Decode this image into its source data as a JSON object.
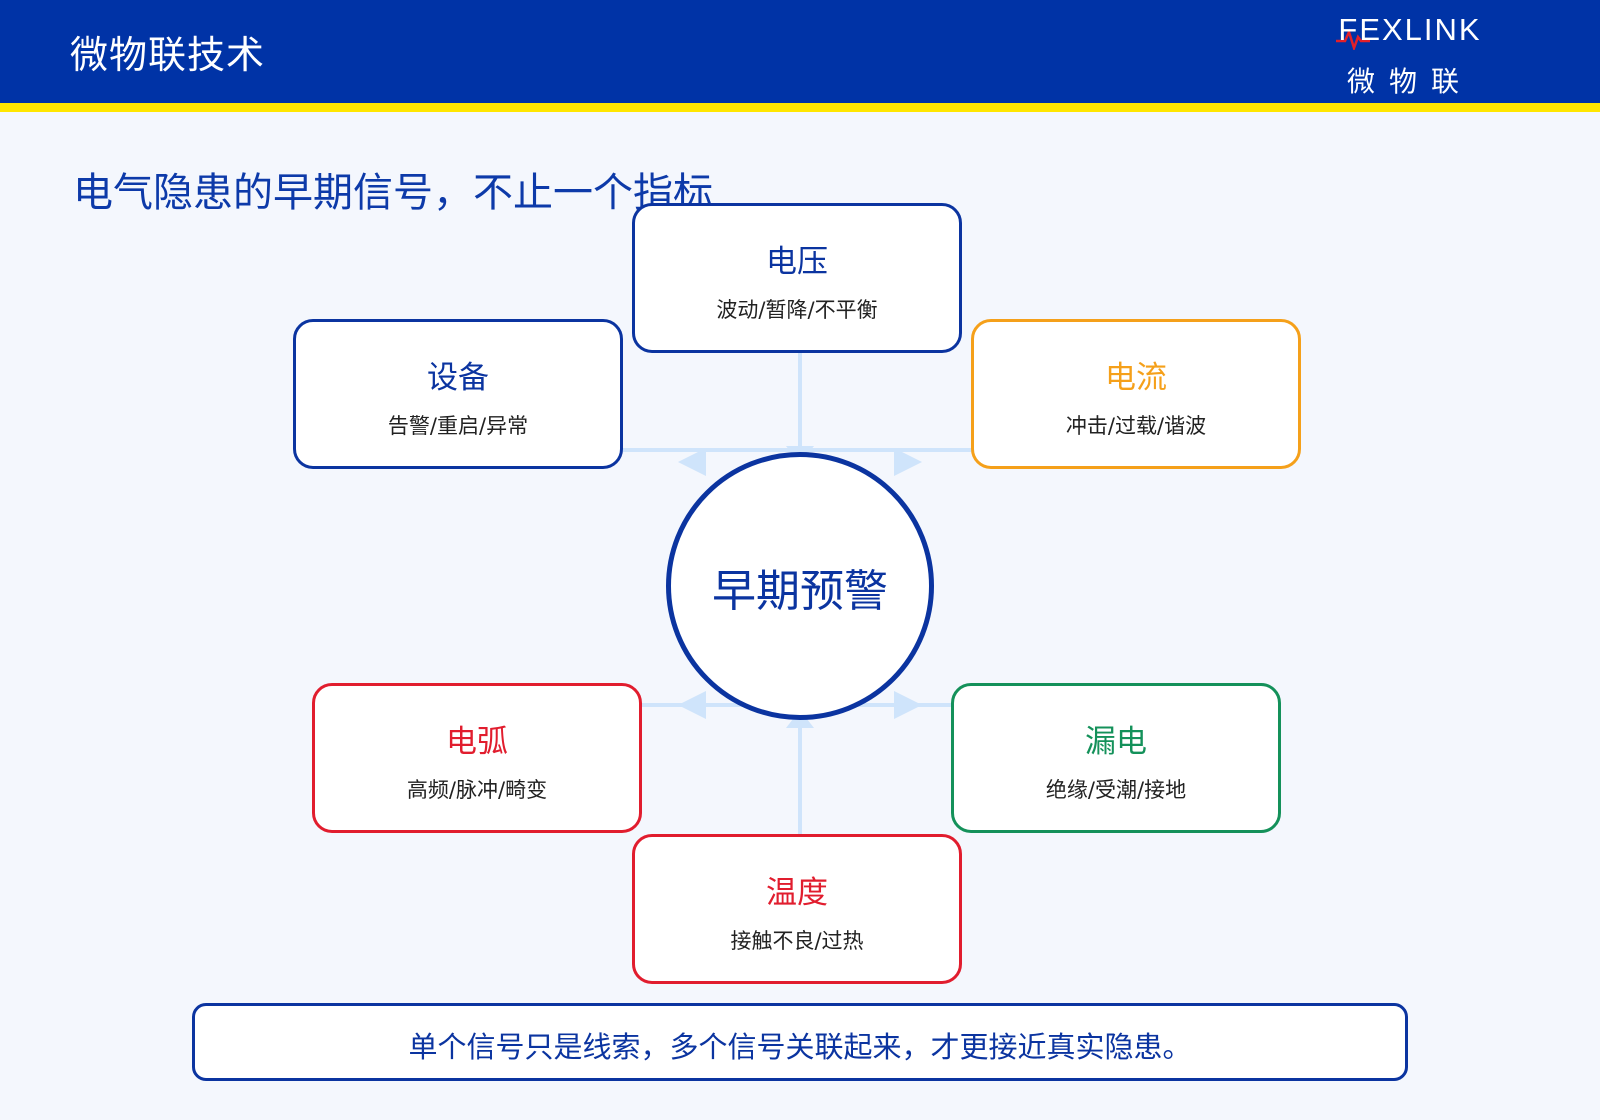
{
  "header": {
    "title": "微物联技术",
    "logo": {
      "wordmark": "FEXLINK",
      "subtitle": "微物联",
      "pulse_color": "#e2202a"
    },
    "colors": {
      "background": "#0033a6",
      "stripe": "#ffe600"
    }
  },
  "page_title": "电气隐患的早期信号，不止一个指标",
  "center": {
    "label": "早期预警"
  },
  "signals": {
    "voltage": {
      "title": "电压",
      "desc": "波动/暂降/不平衡",
      "color": "#0b34a0"
    },
    "equipment": {
      "title": "设备",
      "desc": "告警/重启/异常",
      "color": "#0b34a0"
    },
    "current": {
      "title": "电流",
      "desc": "冲击/过载/谐波",
      "color": "#f5a01a"
    },
    "arc": {
      "title": "电弧",
      "desc": "高频/脉冲/畸变",
      "color": "#e11d2e"
    },
    "leakage": {
      "title": "漏电",
      "desc": "绝缘/受潮/接地",
      "color": "#14915a"
    },
    "temperature": {
      "title": "温度",
      "desc": "接触不良/过热",
      "color": "#e11d2e"
    }
  },
  "connector_color": "#cfe4fb",
  "footer": "单个信号只是线索，多个信号关联起来，才更接近真实隐患。"
}
